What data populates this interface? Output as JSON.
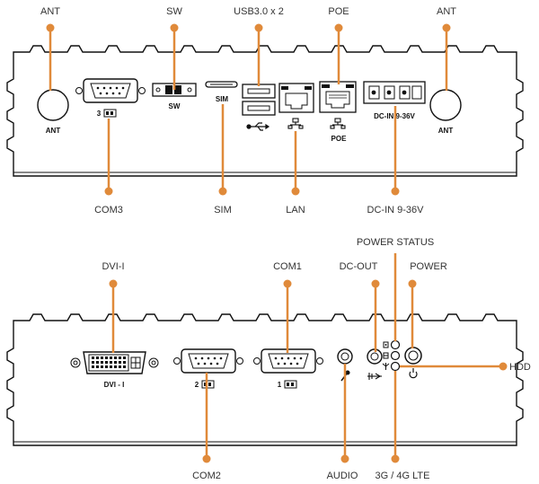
{
  "colors": {
    "accent": "#e08a3a",
    "outline": "#111111",
    "text": "#333333"
  },
  "top_panel": {
    "callouts": {
      "ant_left": "ANT",
      "sw": "SW",
      "usb": "USB3.0 x 2",
      "poe": "POE",
      "ant_right": "ANT",
      "com3": "COM3",
      "sim": "SIM",
      "lan": "LAN",
      "dcin": "DC-IN 9-36V"
    },
    "labels": {
      "ant_left": "ANT",
      "com3": "3",
      "sw": "SW",
      "sim": "SIM",
      "poe": "POE",
      "dcin": "DC-IN  9-36V",
      "ant_right": "ANT"
    },
    "icons": {
      "usb": "usb-icon",
      "lan": "network-icon",
      "poe": "network-icon"
    }
  },
  "bottom_panel": {
    "callouts": {
      "dvi": "DVI-I",
      "com1": "COM1",
      "power_status": "POWER STATUS",
      "dcout": "DC-OUT",
      "power": "POWER",
      "hdd": "HDD",
      "com2": "COM2",
      "audio": "AUDIO",
      "lte": "3G / 4G LTE"
    },
    "labels": {
      "dvi": "DVI - I",
      "com2": "2",
      "com1": "1"
    },
    "icons": {
      "audio": "microphone-icon",
      "dcout": "dc-power-icon",
      "status": "status-led-icon",
      "hdd": "hdd-icon",
      "lte": "antenna-icon",
      "power": "power-icon"
    }
  }
}
